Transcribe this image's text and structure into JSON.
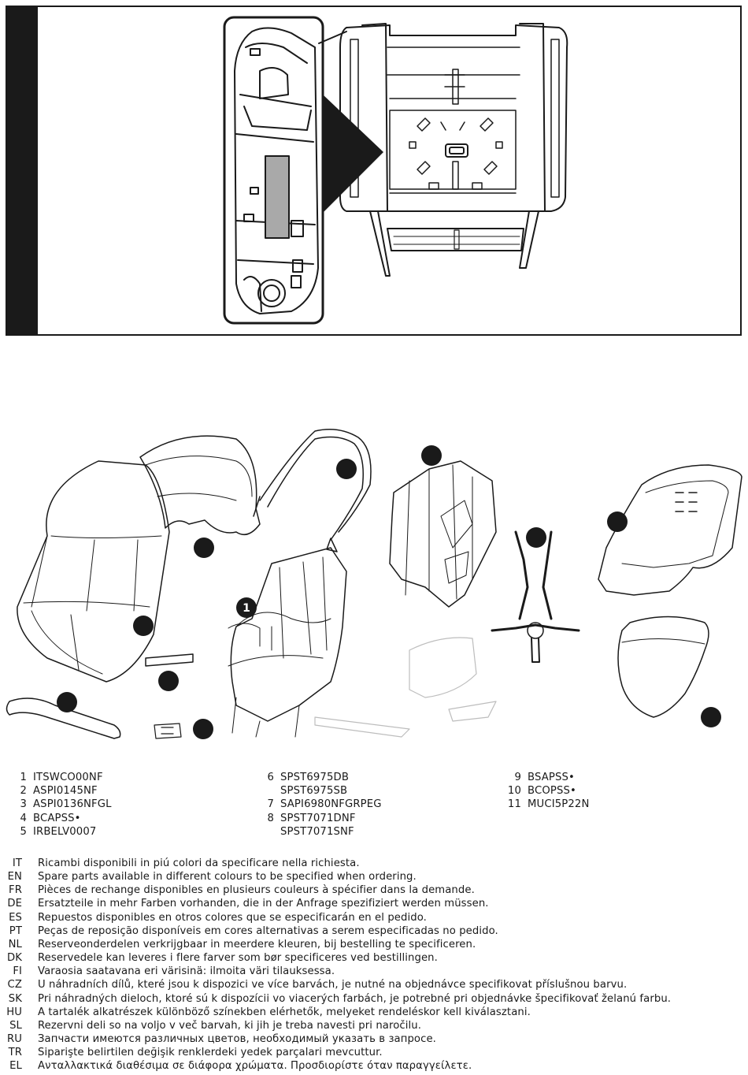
{
  "figure": {
    "callouts": [
      {
        "id": "c1",
        "label": "1"
      },
      {
        "id": "c2",
        "label": ""
      },
      {
        "id": "c3",
        "label": ""
      },
      {
        "id": "c4",
        "label": ""
      },
      {
        "id": "c5",
        "label": ""
      },
      {
        "id": "c6",
        "label": ""
      },
      {
        "id": "c7",
        "label": ""
      },
      {
        "id": "c8",
        "label": ""
      },
      {
        "id": "c9",
        "label": ""
      },
      {
        "id": "c10",
        "label": ""
      },
      {
        "id": "c11",
        "label": ""
      }
    ]
  },
  "parts": {
    "col1": [
      {
        "n": "1",
        "code": "ITSWCO00NF"
      },
      {
        "n": "2",
        "code": "ASPI0145NF"
      },
      {
        "n": "3",
        "code": "ASPI0136NFGL"
      },
      {
        "n": "4",
        "code": "BCAPSS•"
      },
      {
        "n": "5",
        "code": "IRBELV0007"
      }
    ],
    "col2": [
      {
        "n": "6",
        "code": "SPST6975DB"
      },
      {
        "n": "",
        "code": "SPST6975SB"
      },
      {
        "n": "7",
        "code": "SAPI6980NFGRPEG"
      },
      {
        "n": "8",
        "code": "SPST7071DNF"
      },
      {
        "n": "",
        "code": "SPST7071SNF"
      }
    ],
    "col3": [
      {
        "n": "9",
        "code": "BSAPSS•"
      },
      {
        "n": "10",
        "code": "BCOPSS•"
      },
      {
        "n": "11",
        "code": "MUCI5P22N"
      }
    ]
  },
  "languages": [
    {
      "code": "IT",
      "text": "Ricambi disponibili in piú colori da specificare nella richiesta."
    },
    {
      "code": "EN",
      "text": "Spare parts available in different colours to be specified when ordering."
    },
    {
      "code": "FR",
      "text": "Pièces de rechange disponibles en plusieurs couleurs à spécifier dans la demande."
    },
    {
      "code": "DE",
      "text": "Ersatzteile in mehr Farben vorhanden, die in der Anfrage spezifiziert werden müssen."
    },
    {
      "code": "ES",
      "text": "Repuestos disponibles en otros colores que se especificarán en el pedido."
    },
    {
      "code": "PT",
      "text": "Peças de reposição disponíveis em cores alternativas a serem especificadas no pedido."
    },
    {
      "code": "NL",
      "text": "Reserveonderdelen verkrijgbaar in meerdere kleuren, bij bestelling te specificeren."
    },
    {
      "code": "DK",
      "text": "Reservedele kan leveres i flere farver som bør specificeres ved bestillingen."
    },
    {
      "code": "FI",
      "text": "Varaosia saatavana eri värisinä: ilmoita väri tilauksessa."
    },
    {
      "code": "CZ",
      "text": "U náhradních dílů, které jsou k dispozici ve více barvách, je nutné na objednávce specifikovat příslušnou barvu."
    },
    {
      "code": "SK",
      "text": "Pri náhradných dieloch, ktoré sú k dispozícii vo viacerých farbách, je potrebné pri objednávke špecifikovať želanú farbu."
    },
    {
      "code": "HU",
      "text": "A tartalék alkatrészek különböző színekben elérhetők, melyeket rendeléskor kell kiválasztani."
    },
    {
      "code": "SL",
      "text": "Rezervni deli so na voljo v več barvah, ki jih je treba navesti pri naročilu."
    },
    {
      "code": "RU",
      "text": "Запчасти имеются различных цветов, необходимый указать в запросе."
    },
    {
      "code": "TR",
      "text": "Sipar­işte belirtilen değişik renklerdeki yedek parçalari mevcuttur."
    },
    {
      "code": "EL",
      "text": "Ανταλλακτικά διαθέσιμα σε διάφορα χρώματα. Προσδιορίστε όταν παραγγείλετε."
    }
  ]
}
